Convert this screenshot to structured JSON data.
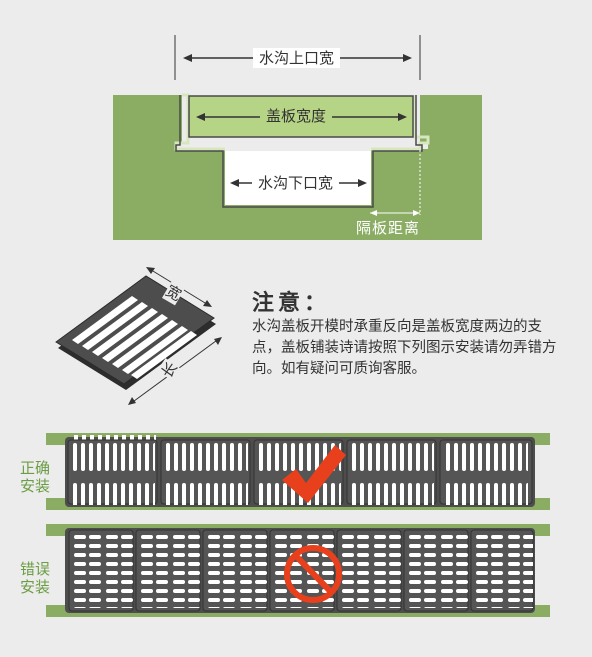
{
  "trench_diagram": {
    "top_width_label": "水沟上口宽",
    "cover_width_label": "盖板宽度",
    "bottom_width_label": "水沟下口宽",
    "gap_label": "隔板距离"
  },
  "grate_figure": {
    "width_label": "宽",
    "length_label": "长"
  },
  "notice": {
    "title": "注意：",
    "body": "水沟盖板开模时承重反向是盖板宽度两边的支点，盖板铺装诗请按照下列图示安装请勿弄错方向。如有疑问可质询客服。"
  },
  "installs": {
    "correct_label_1": "正确",
    "correct_label_2": "安装",
    "wrong_label_1": "错误",
    "wrong_label_2": "安装"
  },
  "colors": {
    "background": "#ececec",
    "ground_green": "#8aac63",
    "ground_dark": "#6f9a49",
    "cover_green": "#b6d486",
    "grate_dark": "#505050",
    "check_red": "#e8401c",
    "label_green": "#6b9d45"
  }
}
